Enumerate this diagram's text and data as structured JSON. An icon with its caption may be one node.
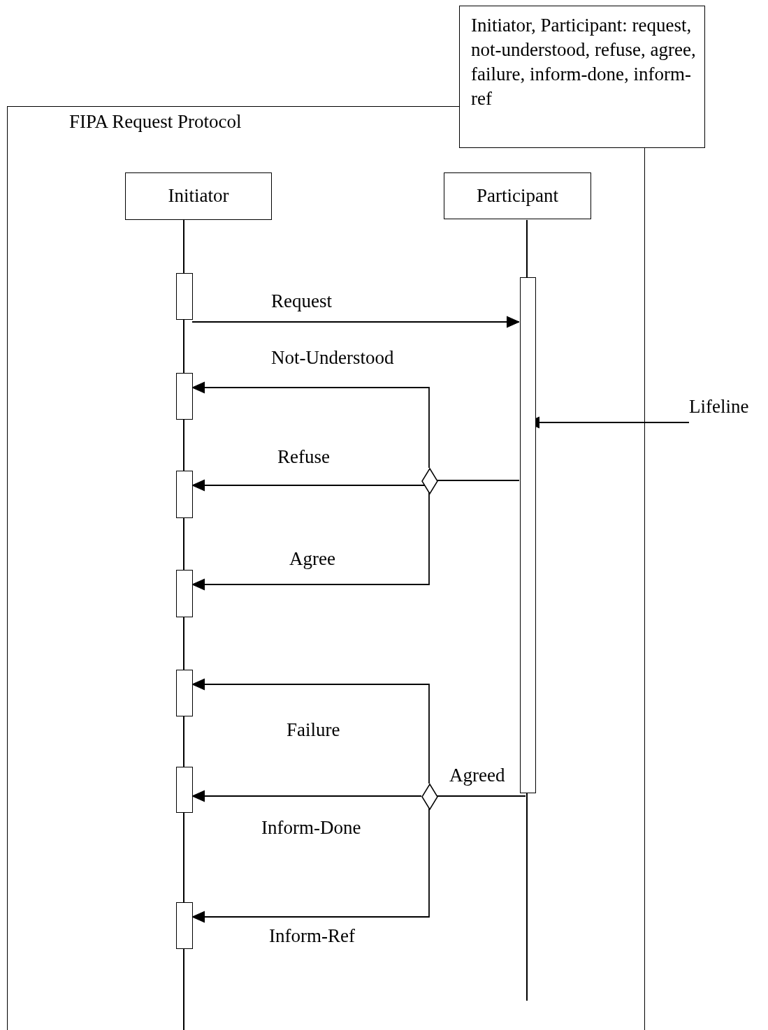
{
  "diagram": {
    "nodes": [
      {
        "text": [
          "FIPA Request Protocol"
        ]
      },
      {
        "text": [
          "Initiator, Participant: request, not-understood, refuse, agree, failure, inform-done, inform-ref"
        ]
      },
      {
        "text": [
          "Initiator"
        ],
        "in": 0
      },
      {
        "text": [
          "Participant"
        ],
        "in": 0
      },
      {
        "text": [],
        "shape": "line",
        "in": 0
      },
      {
        "text": [],
        "shape": "line",
        "in": 0
      },
      {
        "text": [],
        "shape": "box",
        "in": 0
      },
      {
        "text": [],
        "shape": "box",
        "in": 0
      },
      {
        "text": [],
        "shape": "box",
        "in": 0
      },
      {
        "text": [],
        "shape": "box",
        "in": 0
      },
      {
        "text": [],
        "shape": "box",
        "in": 0
      },
      {
        "text": [],
        "shape": "box",
        "in": 0
      },
      {
        "text": [],
        "shape": "box",
        "in": 0
      },
      {
        "text": [],
        "shape": "box",
        "in": 0
      },
      {
        "text": [],
        "shape": "diamond",
        "in": 0
      },
      {
        "text": [],
        "shape": "diamond",
        "in": 0
      },
      {
        "text": [
          "Lifeline"
        ]
      }
    ],
    "edges": [
      {
        "from": 6,
        "to": 13,
        "arrow": "to",
        "label": "Request"
      },
      {
        "from": 13,
        "to": 14,
        "arrow": "none"
      },
      {
        "from": 14,
        "to": 7,
        "arrow": "to",
        "label": "Not-Understood"
      },
      {
        "from": 14,
        "to": 8,
        "arrow": "to",
        "label": "Refuse"
      },
      {
        "from": 14,
        "to": 9,
        "arrow": "to",
        "label": "Agree"
      },
      {
        "from": 5,
        "to": 15,
        "arrow": "none",
        "label": "Agreed"
      },
      {
        "from": 15,
        "to": 10,
        "arrow": "to",
        "label": "Failure"
      },
      {
        "from": 15,
        "to": 11,
        "arrow": "to",
        "label": "Inform-Done"
      },
      {
        "from": 15,
        "to": 12,
        "arrow": "to",
        "label": "Inform-Ref"
      },
      {
        "from": 16,
        "to": 5,
        "arrow": "to"
      }
    ]
  }
}
